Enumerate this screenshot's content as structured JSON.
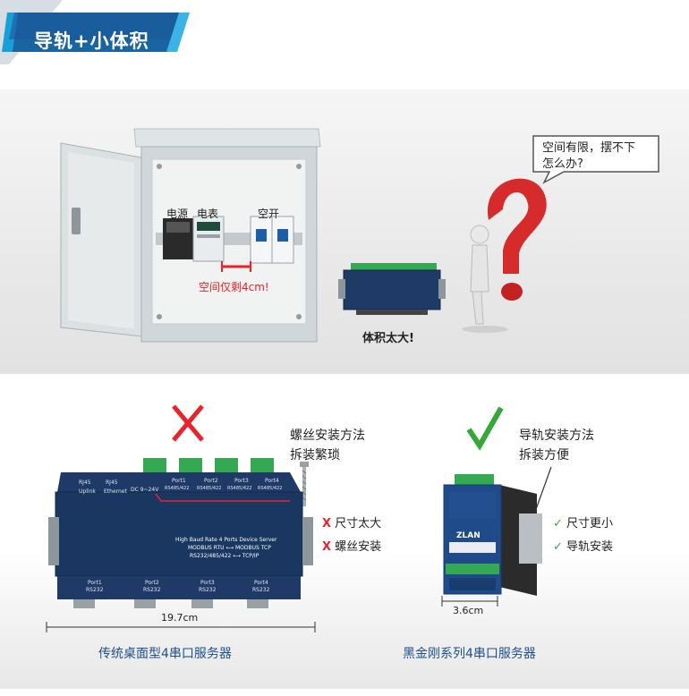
{
  "header": {
    "title": "导轨+小体积"
  },
  "top_scene": {
    "cabinet_labels": {
      "power": "电源",
      "meter": "电表",
      "breaker": "空开"
    },
    "gap_note": "空间仅剩4cm!",
    "speech_bubble": [
      "空间有限，摆不下",
      "怎么办?"
    ],
    "device_caption": "体积太大!"
  },
  "left_product": {
    "status_mark": "X",
    "method_lines": [
      "螺丝安装方法",
      "拆装繁琐"
    ],
    "issues": [
      {
        "mark": "X",
        "text": "尺寸太大"
      },
      {
        "mark": "X",
        "text": "螺丝安装"
      }
    ],
    "panel_top_labels": [
      "RJ45",
      "RJ45",
      "DC 9~24V"
    ],
    "panel_top_sublabels": [
      "Uplink",
      "Ethernet"
    ],
    "port_labels": [
      "Port1",
      "Port2",
      "Port3",
      "Port4"
    ],
    "port_sublabel": "RS485/422",
    "bottom_port_sublabel": "RS232",
    "device_text": [
      "High Baud Rate 4 Ports Device Server",
      "MODBUS RTU ⟷ MODBUS TCP",
      "RS232/485/422 ⟷ TCP/IP"
    ],
    "dimension": "19.7cm",
    "caption": "传统桌面型4串口服务器"
  },
  "right_product": {
    "status_mark": "✓",
    "method_lines": [
      "导轨安装方法",
      "拆装方便"
    ],
    "benefits": [
      {
        "mark": "✓",
        "text": "尺寸更小"
      },
      {
        "mark": "✓",
        "text": "导轨安装"
      }
    ],
    "brand": "ZLAN",
    "dimension": "3.6cm",
    "caption": "黑金刚系列4串口服务器"
  },
  "colors": {
    "header_blue": "#1a5a9a",
    "accent_red": "#e8232a",
    "accent_green": "#36a83a",
    "device_navy": "#1f3a66"
  },
  "icons": [
    "close-x-icon",
    "check-icon",
    "question-mark-figure",
    "screw-icon"
  ]
}
